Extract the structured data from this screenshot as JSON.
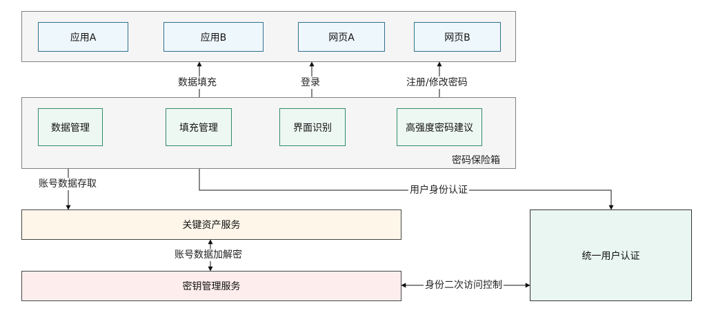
{
  "top_group": {
    "apps": [
      {
        "label": "应用A"
      },
      {
        "label": "应用B"
      },
      {
        "label": "网页A"
      },
      {
        "label": "网页B"
      }
    ]
  },
  "vault": {
    "title": "密码保险箱",
    "modules": [
      {
        "label": "数据管理"
      },
      {
        "label": "填充管理"
      },
      {
        "label": "界面识别"
      },
      {
        "label": "高强度密码建议"
      }
    ]
  },
  "services": {
    "key_asset": "关键资产服务",
    "key_mgmt": "密钥管理服务",
    "unified_auth": "统一用户认证"
  },
  "edge_labels": {
    "data_fill": "数据填充",
    "login": "登录",
    "register_change_password": "注册/修改密码",
    "account_data_access": "账号数据存取",
    "user_identity_auth": "用户身份认证",
    "account_data_encrypt_decrypt": "账号数据加解密",
    "identity_secondary_access_control": "身份二次访问控制"
  }
}
